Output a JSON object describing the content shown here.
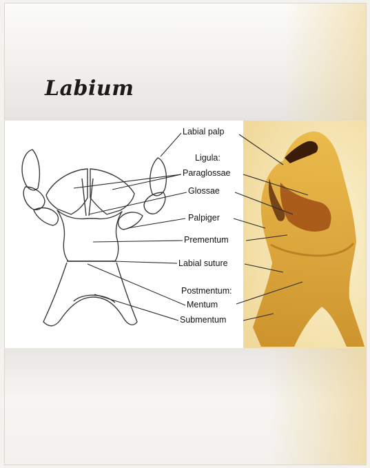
{
  "title": "Labium",
  "labels": {
    "labial_palp": "Labial palp",
    "ligula": "Ligula:",
    "paraglossae": "Paraglossae",
    "glossae": "Glossae",
    "palpiger": "Palpiger",
    "prementum": "Prementum",
    "labial_suture": "Labial suture",
    "postmentum": "Postmentum:",
    "mentum": "Mentum",
    "submentum": "Submentum"
  },
  "colors": {
    "photo_background": "#f5e6b8",
    "specimen_amber": "#d9a12a",
    "specimen_dark": "#7a3a10"
  }
}
